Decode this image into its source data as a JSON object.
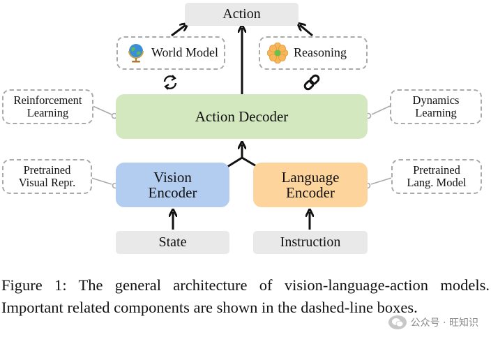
{
  "diagram": {
    "nodes": {
      "action": "Action",
      "world_model": "World Model",
      "reasoning": "Reasoning",
      "action_decoder": "Action Decoder",
      "reinforcement_learning": [
        "Reinforcement",
        "Learning"
      ],
      "dynamics_learning": [
        "Dynamics",
        "Learning"
      ],
      "vision_encoder": [
        "Vision",
        "Encoder"
      ],
      "language_encoder": [
        "Language",
        "Encoder"
      ],
      "pretrained_visual": [
        "Pretrained",
        "Visual Repr."
      ],
      "pretrained_lang": [
        "Pretrained",
        "Lang. Model"
      ],
      "state": "State",
      "instruction": "Instruction"
    },
    "colors": {
      "decoder": "#d3e8bf",
      "vision_encoder": "#b3cdf0",
      "language_encoder": "#fdd49c",
      "io_box": "#e9e9e9",
      "dashed_border": "#a9a9a9"
    },
    "icons": {
      "world_model": "globe-icon",
      "reasoning": "flower-icon",
      "cycle": "cycle-arrows-icon",
      "link": "chain-link-icon"
    }
  },
  "caption": {
    "text": "Figure 1: The general architecture of vision-language-action models. Important related components are shown in the dashed-line boxes."
  },
  "watermark": {
    "text": "公众号 · 旺知识"
  }
}
